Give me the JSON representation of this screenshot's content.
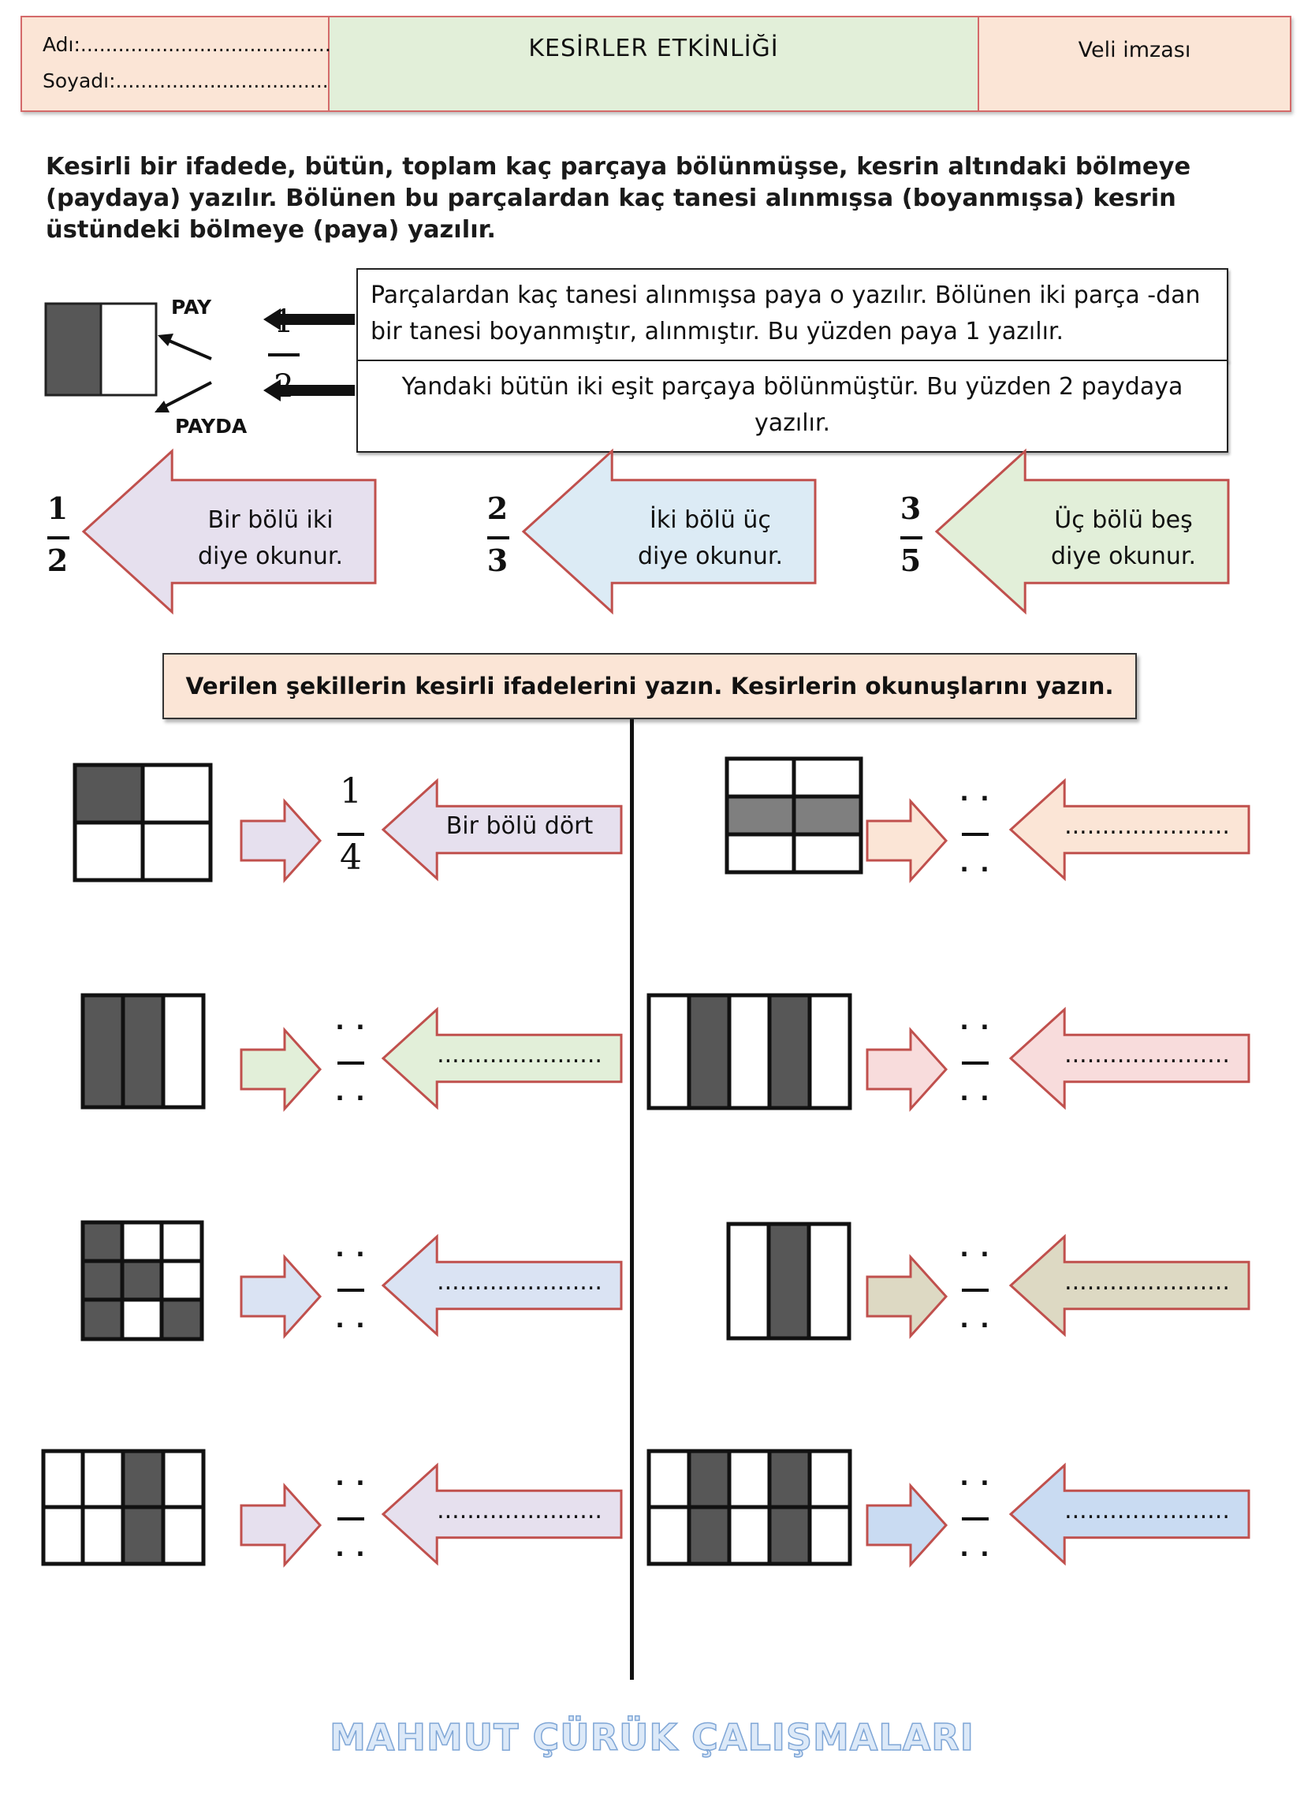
{
  "header": {
    "name_label": "Adı:........................................",
    "surname_label": "Soyadı:..................................",
    "title": "KESİRLER ETKİNLİĞİ",
    "parent_signature": "Veli imzası"
  },
  "intro_text": "Kesirli bir ifadede, bütün, toplam kaç parçaya bölünmüşse, kesrin altındaki bölmeye (paydaya) yazılır. Bölünen bu parçalardan kaç tanesi alınmışsa (boyanmışsa) kesrin üstündeki bölmeye (paya) yazılır.",
  "explain": {
    "pay_label": "PAY",
    "payda_label": "PAYDA",
    "numerator": "1",
    "denominator": "2",
    "box1": "Parçalardan kaç tanesi alınmışsa paya o yazılır. Bölünen iki parça -dan bir tanesi boyanmıştır, alınmıştır. Bu yüzden paya 1 yazılır.",
    "box2": "Yandaki bütün iki eşit parçaya bölünmüştür. Bu yüzden 2 paydaya yazılır."
  },
  "examples": [
    {
      "num": "1",
      "den": "2",
      "line1": "Bir bölü iki",
      "line2": "diye okunur.",
      "color": "#e6e0ee"
    },
    {
      "num": "2",
      "den": "3",
      "line1": "İki bölü üç",
      "line2": "diye okunur.",
      "color": "#dcebf5"
    },
    {
      "num": "3",
      "den": "5",
      "line1": "Üç bölü beş",
      "line2": "diye okunur.",
      "color": "#e2efd9"
    }
  ],
  "task_instruction": "Verilen şekillerin kesirli ifadelerini yazın. Kesirlerin okunuşlarını yazın.",
  "exercises": {
    "left": [
      {
        "num": "1",
        "den": "4",
        "reading": "Bir bölü dört",
        "color": "#e6e0ee"
      },
      {
        "num": ". .",
        "den": ". .",
        "reading": "......................",
        "color": "#e2efd9"
      },
      {
        "num": ". .",
        "den": ". .",
        "reading": "......................",
        "color": "#dae3f3"
      },
      {
        "num": ". .",
        "den": ". .",
        "reading": "......................",
        "color": "#e6e0ee"
      }
    ],
    "right": [
      {
        "num": ". .",
        "den": ". .",
        "reading": "......................",
        "color": "#fbe5d6"
      },
      {
        "num": ". .",
        "den": ". .",
        "reading": "......................",
        "color": "#f8dcdc"
      },
      {
        "num": ". .",
        "den": ". .",
        "reading": "......................",
        "color": "#ddd9c3"
      },
      {
        "num": ". .",
        "den": ". .",
        "reading": "......................",
        "color": "#c9dbf2"
      }
    ]
  },
  "footer": "MAHMUT ÇÜRÜK ÇALIŞMALARI"
}
